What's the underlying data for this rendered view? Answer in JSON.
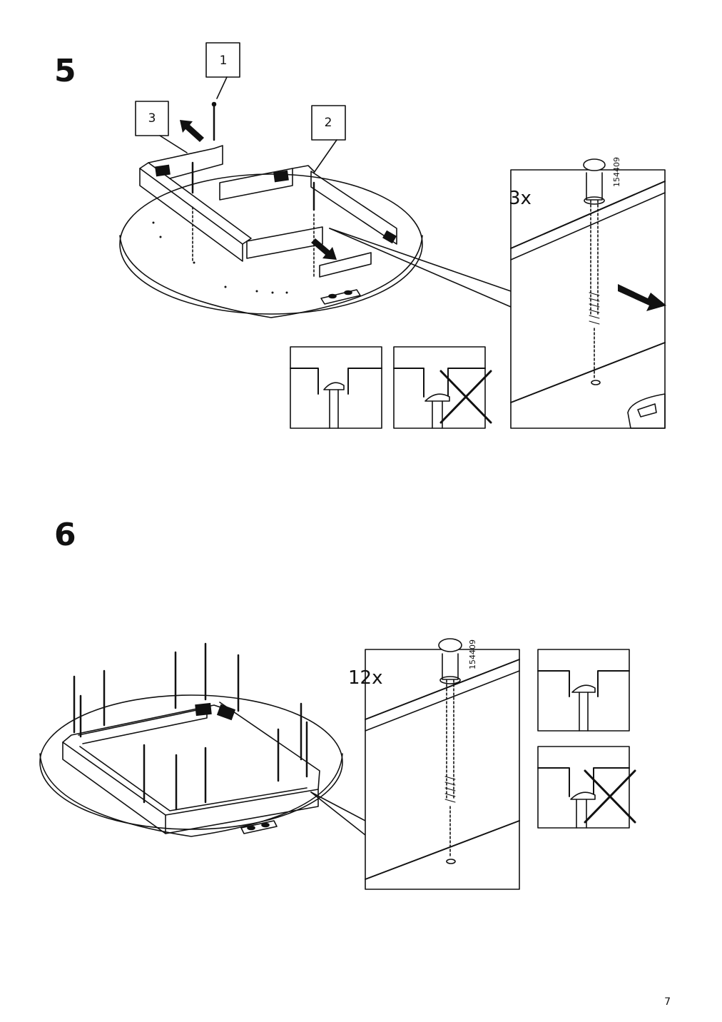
{
  "steps": [
    {
      "number": "5",
      "callouts": [
        "1",
        "2",
        "3"
      ],
      "quantity": "3x",
      "part_number": "154409"
    },
    {
      "number": "6",
      "quantity": "12x",
      "part_number": "154409"
    }
  ],
  "page_number": "7"
}
